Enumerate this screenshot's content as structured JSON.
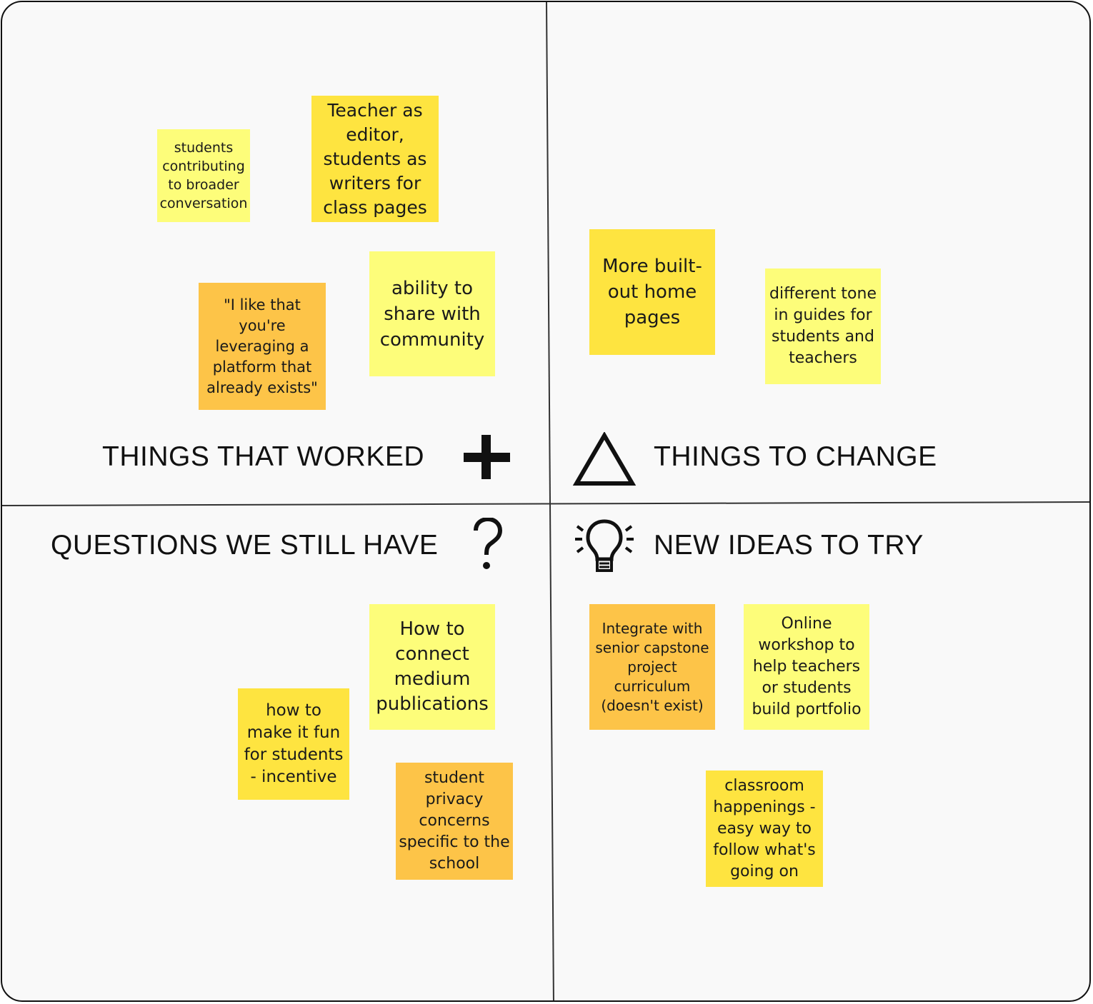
{
  "quadrants": {
    "worked": {
      "title": "THINGS THAT WORKED",
      "icon": "plus-icon",
      "notes": [
        {
          "text": "students contributing to broader conversation",
          "color": "#fdfd7a"
        },
        {
          "text": "Teacher as editor, students as writers for class pages",
          "color": "#fee440"
        },
        {
          "text": "\"I like that you're leveraging a platform that already exists\"",
          "color": "#fdc448"
        },
        {
          "text": "ability to share with community",
          "color": "#fdfd7a"
        }
      ]
    },
    "change": {
      "title": "THINGS TO CHANGE",
      "icon": "triangle-icon",
      "notes": [
        {
          "text": "More built-out home pages",
          "color": "#fee440"
        },
        {
          "text": "different tone in guides for students and teachers",
          "color": "#fdfd7a"
        }
      ]
    },
    "questions": {
      "title": "QUESTIONS WE STILL HAVE",
      "icon": "question-mark-icon",
      "notes": [
        {
          "text": "How to connect medium publications",
          "color": "#fdfd7a"
        },
        {
          "text": "how to make it fun for students - incentive",
          "color": "#fee440"
        },
        {
          "text": "student privacy concerns specific to the school",
          "color": "#fdc448"
        }
      ]
    },
    "ideas": {
      "title": "NEW IDEAS TO TRY",
      "icon": "lightbulb-icon",
      "notes": [
        {
          "text": "Integrate with senior capstone project curriculum (doesn't exist)",
          "color": "#fdc448"
        },
        {
          "text": "Online workshop to help teachers or students build portfolio",
          "color": "#fdfd7a"
        },
        {
          "text": "classroom happenings - easy way to follow what's going on",
          "color": "#fee440"
        }
      ]
    }
  }
}
